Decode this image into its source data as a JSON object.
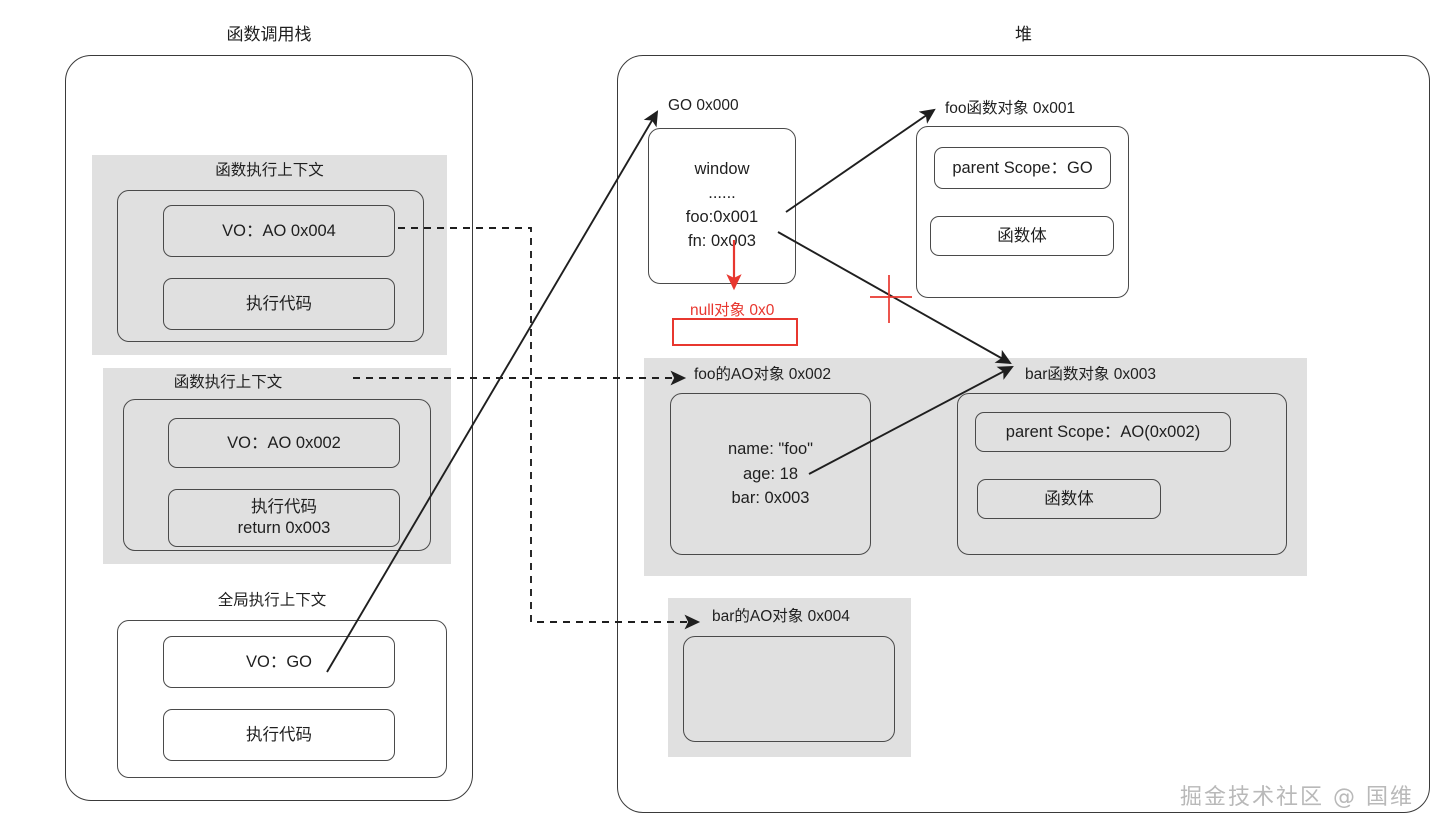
{
  "figure": {
    "kind": "memory-model-diagram",
    "watermark": "掘金技术社区 @ 国维",
    "colors": {
      "stroke": "#3a3a3a",
      "band": "#e0e0e0",
      "accent_red": "#e8372f",
      "text": "#1f1f1f"
    }
  },
  "stack": {
    "title": "函数调用栈",
    "frames": [
      {
        "header": "函数执行上下文",
        "vo": "VO：AO 0x004",
        "code": "执行代码"
      },
      {
        "header": "函数执行上下文",
        "vo": "VO：AO 0x002",
        "code": "执行代码\nreturn 0x003"
      },
      {
        "header": "全局执行上下文",
        "vo": "VO：GO",
        "code": "执行代码"
      }
    ]
  },
  "heap": {
    "title": "堆",
    "objects": [
      {
        "id": "go",
        "label": "GO 0x000",
        "lines": "window\n......\nfoo:0x001\nfn: 0x003"
      },
      {
        "id": "foo-fn",
        "label": "foo函数对象 0x001",
        "rows": [
          "parent Scope：GO",
          "函数体"
        ]
      },
      {
        "id": "null-obj",
        "label": "null对象 0x0",
        "lines": ""
      },
      {
        "id": "foo-ao",
        "label": "foo的AO对象 0x002",
        "lines": "name: \"foo\"\nage: 18\nbar: 0x003"
      },
      {
        "id": "bar-fn",
        "label": "bar函数对象 0x003",
        "rows": [
          "parent Scope：AO(0x002)",
          "函数体"
        ]
      },
      {
        "id": "bar-ao",
        "label": "bar的AO对象 0x004",
        "lines": ""
      }
    ]
  },
  "connections": [
    {
      "name": "vo-go-to-go-object",
      "from": "VO：GO",
      "to": "GO 0x000",
      "style": "solid"
    },
    {
      "name": "go-foo-to-foo-function",
      "from": "foo:0x001",
      "to": "foo函数对象 0x001",
      "style": "solid"
    },
    {
      "name": "go-fn-to-bar-function",
      "from": "fn: 0x003",
      "to": "bar函数对象 0x003",
      "style": "solid",
      "marked_invalid": true
    },
    {
      "name": "go-fn-to-null",
      "from": "fn: 0x003",
      "to": "null对象 0x0",
      "style": "solid-red"
    },
    {
      "name": "foo-ao-bar-to-bar-function",
      "from": "bar: 0x003",
      "to": "bar函数对象 0x003",
      "style": "solid"
    },
    {
      "name": "frame2-to-foo-ao",
      "from": "函数执行上下文",
      "to": "foo的AO对象 0x002",
      "style": "dashed"
    },
    {
      "name": "vo-ao-004-to-bar-ao",
      "from": "VO：AO 0x004",
      "to": "bar的AO对象 0x004",
      "style": "dashed"
    }
  ]
}
